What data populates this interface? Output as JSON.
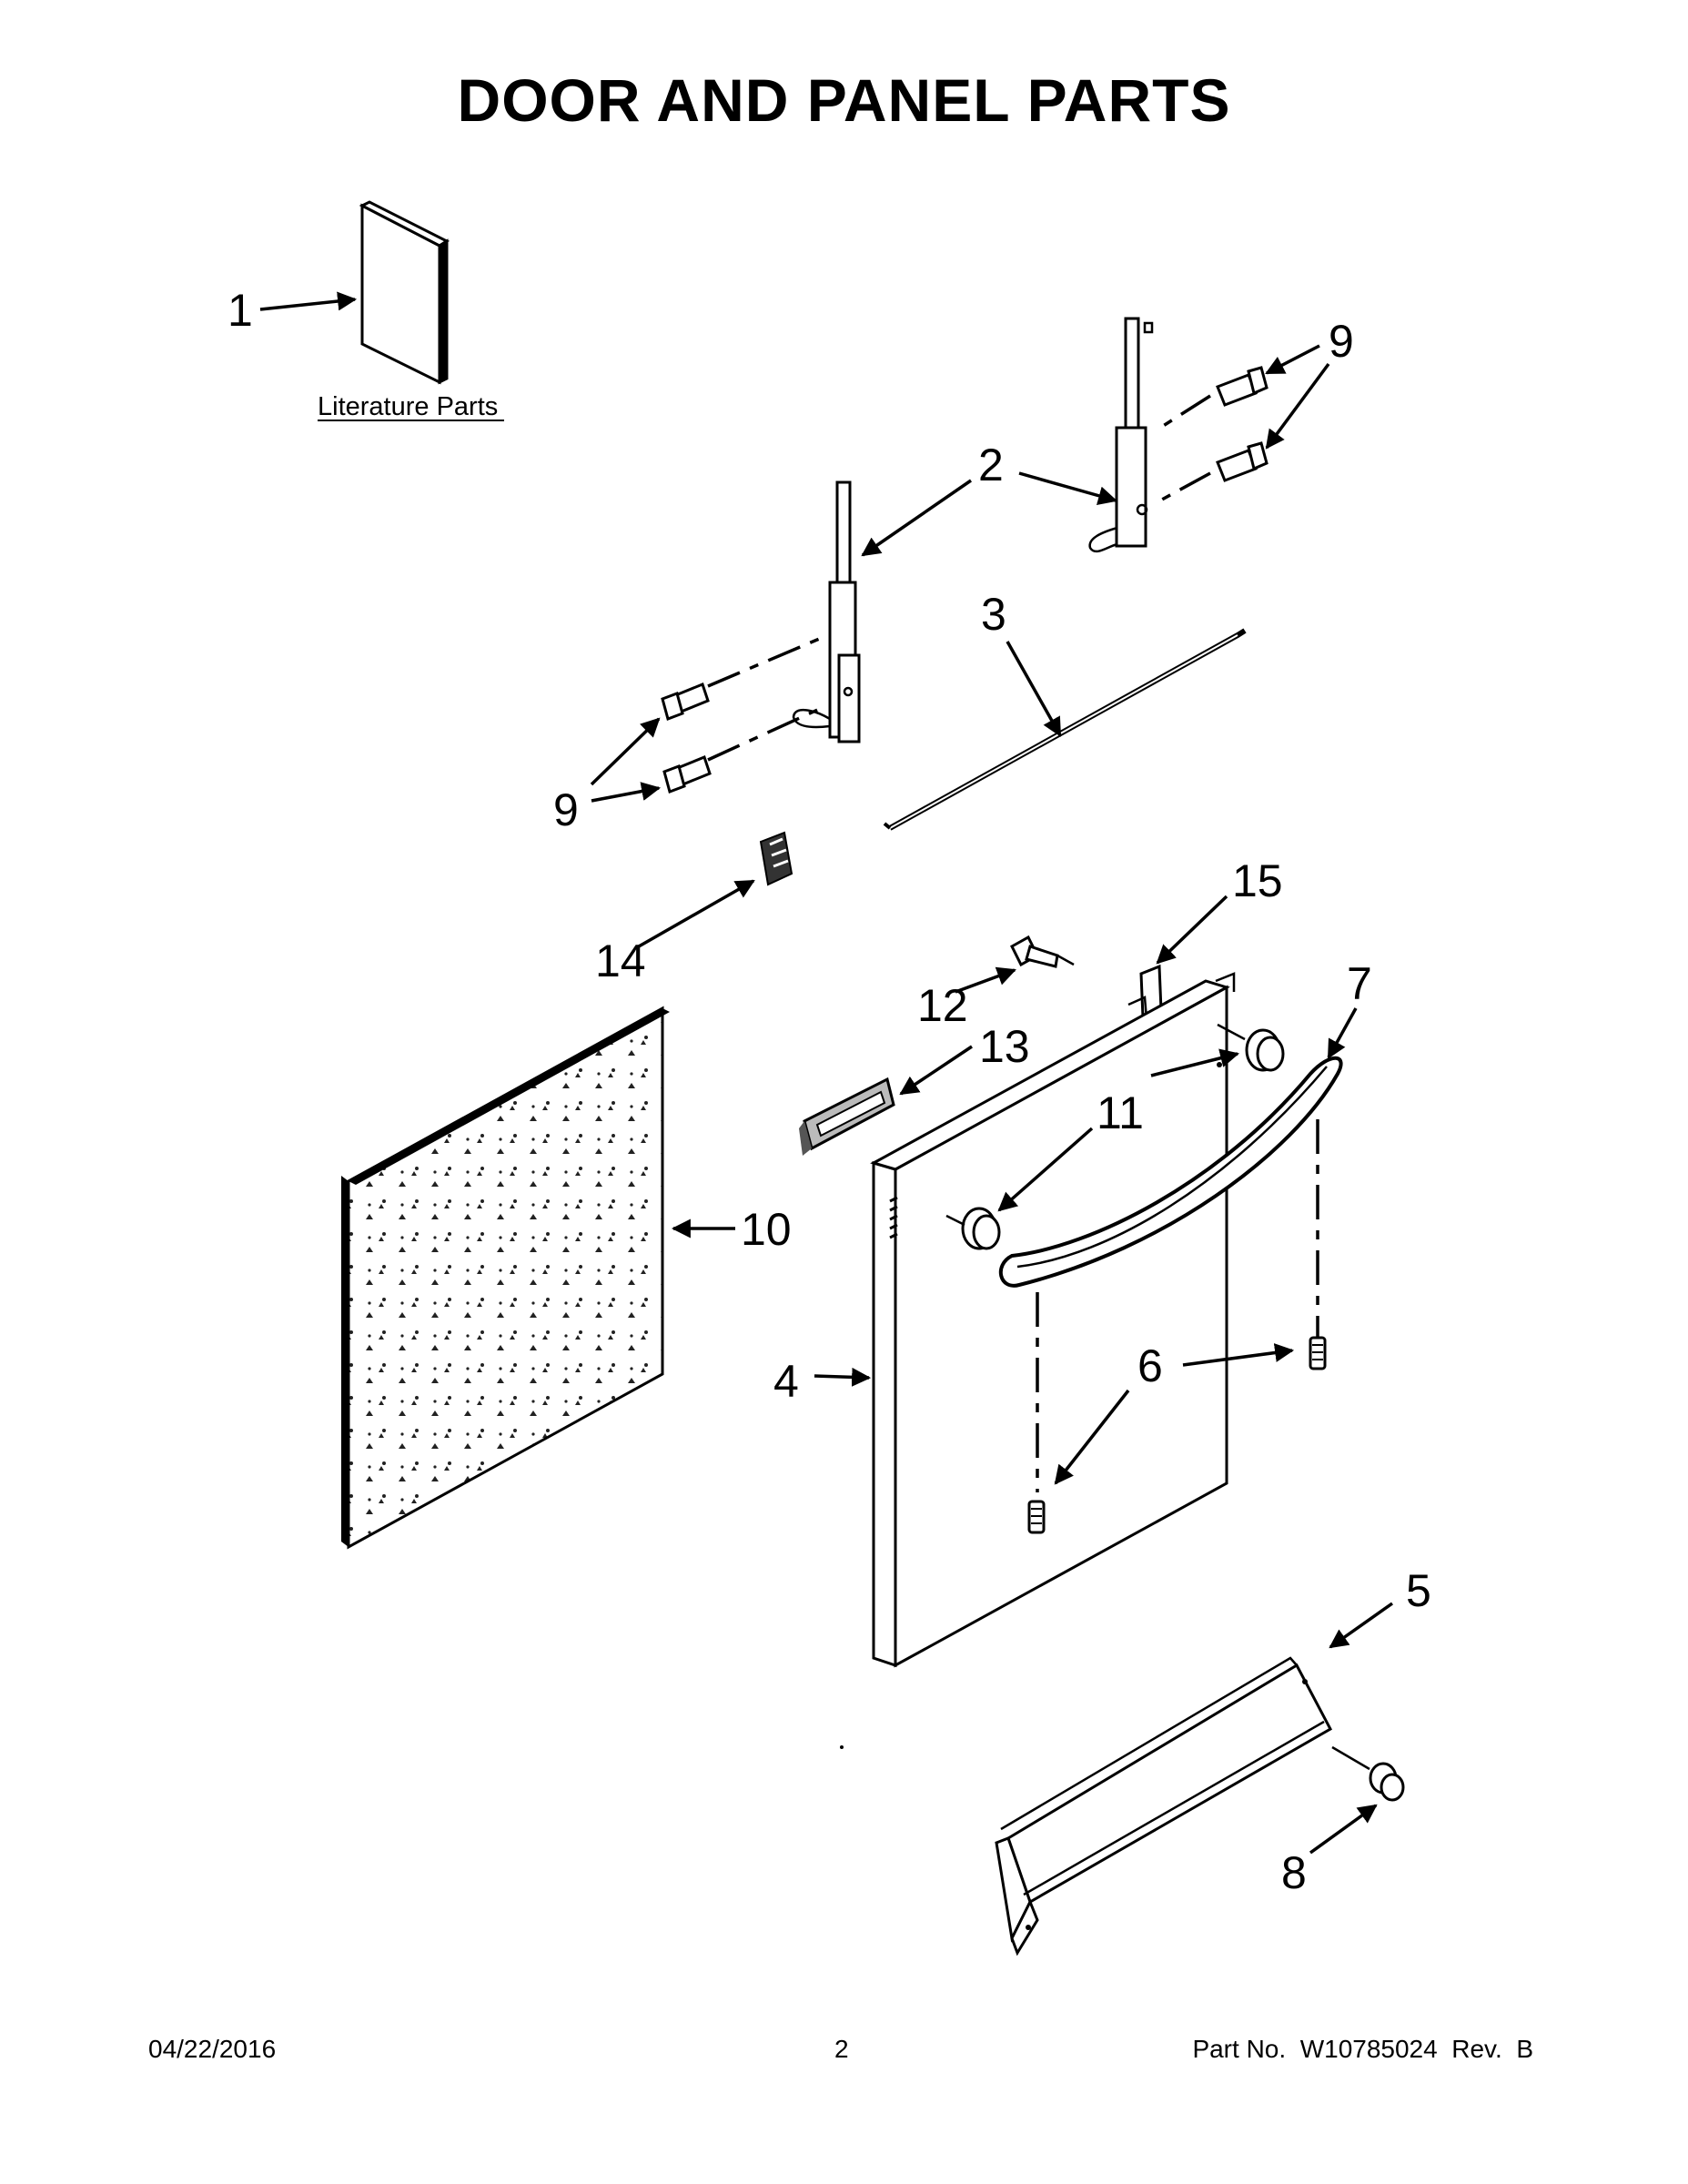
{
  "title": "DOOR AND PANEL PARTS",
  "literature_label": "Literature Parts",
  "callouts": {
    "c1": "1",
    "c2": "2",
    "c3": "3",
    "c4": "4",
    "c5": "5",
    "c6": "6",
    "c7": "7",
    "c8": "8",
    "c9a": "9",
    "c9b": "9",
    "c10": "10",
    "c11": "11",
    "c12": "12",
    "c13": "13",
    "c14": "14",
    "c15": "15"
  },
  "footer": {
    "date": "04/22/2016",
    "page": "2",
    "part": "Part No.  W10785024  Rev.  B"
  }
}
